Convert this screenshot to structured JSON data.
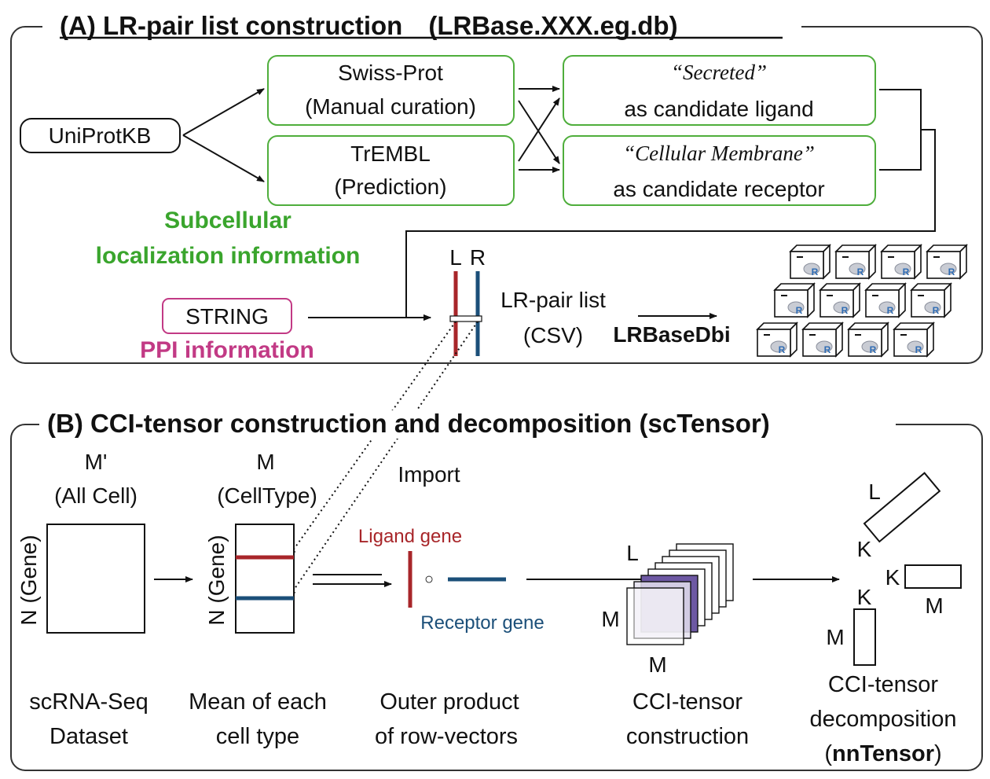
{
  "colors": {
    "green_border": "#4fae3c",
    "green_text": "#3aa52d",
    "pink": "#c23a85",
    "red": "#a8262a",
    "blue": "#1b4f79",
    "purple": "#6d58a3",
    "black": "#111111"
  },
  "panel_a": {
    "title": "(A) LR-pair list construction　(LRBase.XXX.eg.db)",
    "uniprot": "UniProtKB",
    "swissprot_1": "Swiss-Prot",
    "swissprot_2": "(Manual curation)",
    "trembl_1": "TrEMBL",
    "trembl_2": "(Prediction)",
    "secreted_1": "“Secreted”",
    "secreted_2": "as candidate ligand",
    "membrane_1": "“Cellular Membrane”",
    "membrane_2": "as candidate receptor",
    "subcellular_1": "Subcellular",
    "subcellular_2": "localization information",
    "string": "STRING",
    "ppi": "PPI information",
    "l_label": "L",
    "r_label": "R",
    "lrpair_1": "LR-pair list",
    "lrpair_2": "(CSV)",
    "lrbasedbi": "LRBaseDbi",
    "package_icon": "r-package-icon",
    "package_letter": "R"
  },
  "panel_b": {
    "title": "(B) CCI-tensor construction and decomposition (scTensor)",
    "mprime": "M'",
    "allcell": "(All Cell)",
    "m_label": "M",
    "celltype": "(CellType)",
    "ngene": "N (Gene)",
    "import": "Import",
    "ligand_gene": "Ligand gene",
    "receptor_gene": "Receptor gene",
    "outer_op": "○",
    "tensor_l": "L",
    "tensor_m_left": "M",
    "tensor_m_bottom": "M",
    "decomp_l": "L",
    "decomp_k1": "K",
    "decomp_k2": "K",
    "decomp_k3": "K",
    "decomp_m1": "M",
    "decomp_m2": "M",
    "cap_scrna_1": "scRNA-Seq",
    "cap_scrna_2": "Dataset",
    "cap_mean_1": "Mean of each",
    "cap_mean_2": "cell type",
    "cap_outer_1": "Outer product",
    "cap_outer_2": "of row-vectors",
    "cap_cci_1": "CCI-tensor",
    "cap_cci_2": "construction",
    "cap_decomp_1": "CCI-tensor",
    "cap_decomp_2": "decomposition",
    "cap_decomp_3_open": "(",
    "cap_decomp_3_bold": "nnTensor",
    "cap_decomp_3_close": ")"
  }
}
